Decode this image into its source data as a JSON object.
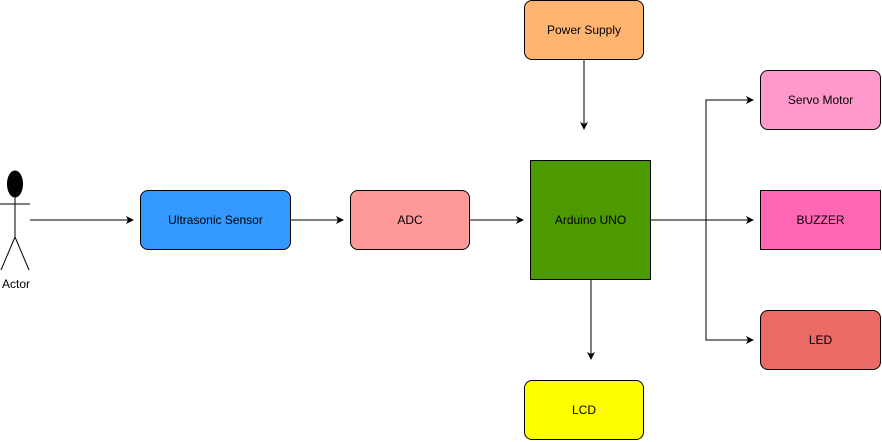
{
  "diagram": {
    "actor": {
      "label": "Actor"
    },
    "blocks": {
      "power_supply": {
        "label": "Power Supply",
        "fill": "#FFB570"
      },
      "ultrasonic_sensor": {
        "label": "Ultrasonic Sensor",
        "fill": "#3399FF"
      },
      "adc": {
        "label": "ADC",
        "fill": "#FF9999"
      },
      "arduino_uno": {
        "label": "Arduino UNO",
        "fill": "#4D9900"
      },
      "servo_motor": {
        "label": "Servo Motor",
        "fill": "#FF99CC"
      },
      "buzzer": {
        "label": "BUZZER",
        "fill": "#FF66B3"
      },
      "led": {
        "label": "LED",
        "fill": "#EA6B66"
      },
      "lcd": {
        "label": "LCD",
        "fill": "#FFFF00"
      }
    },
    "edges": [
      {
        "from": "actor",
        "to": "ultrasonic_sensor"
      },
      {
        "from": "ultrasonic_sensor",
        "to": "adc"
      },
      {
        "from": "adc",
        "to": "arduino_uno"
      },
      {
        "from": "power_supply",
        "to": "arduino_uno"
      },
      {
        "from": "arduino_uno",
        "to": "servo_motor"
      },
      {
        "from": "arduino_uno",
        "to": "buzzer"
      },
      {
        "from": "arduino_uno",
        "to": "led"
      },
      {
        "from": "arduino_uno",
        "to": "lcd"
      }
    ]
  }
}
